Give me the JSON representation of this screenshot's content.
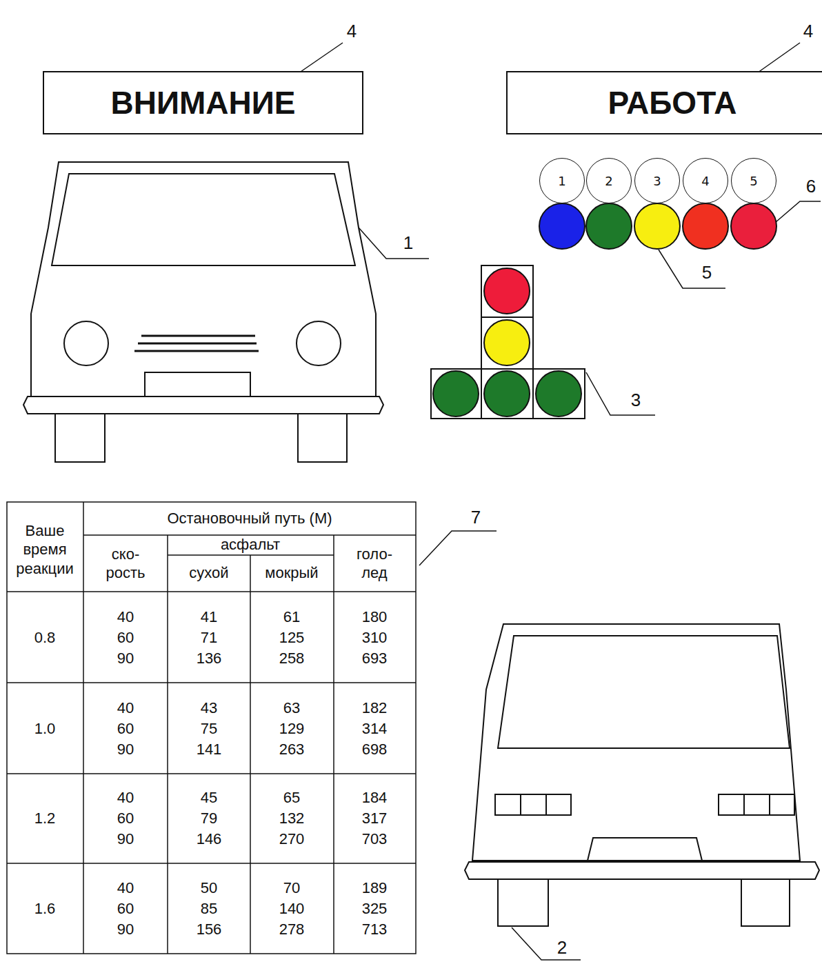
{
  "diagram": {
    "nodes": [
      {
        "text": [
          "ВНИМАНИЕ"
        ]
      },
      {
        "text": [
          "РАБОТА"
        ]
      },
      {
        "text": [
          "1"
        ]
      },
      {
        "text": [
          "2"
        ]
      },
      {
        "text": [
          "3"
        ]
      },
      {
        "text": [
          "4"
        ]
      },
      {
        "text": [
          "5"
        ]
      }
    ],
    "labels": [
      "4",
      "4",
      "1",
      "6",
      "5",
      "3",
      "7",
      "2",
      "Ваше время реакции",
      "Остановочный путь (М)",
      "ско- рость",
      "асфальт",
      "сухой",
      "мокрый",
      "голо- лед",
      "0.8",
      "40 60 90",
      "41 71 136",
      "61 125 258",
      "180 310 693",
      "1.0",
      "40 60 90",
      "43 75 141",
      "63 129 263",
      "182 314 698",
      "1.2",
      "40 60 90",
      "45 79 146",
      "65 132 270",
      "184 317 703",
      "1.6",
      "40 60 90",
      "50 85 156",
      "70 140 278",
      "189 325 713"
    ]
  }
}
